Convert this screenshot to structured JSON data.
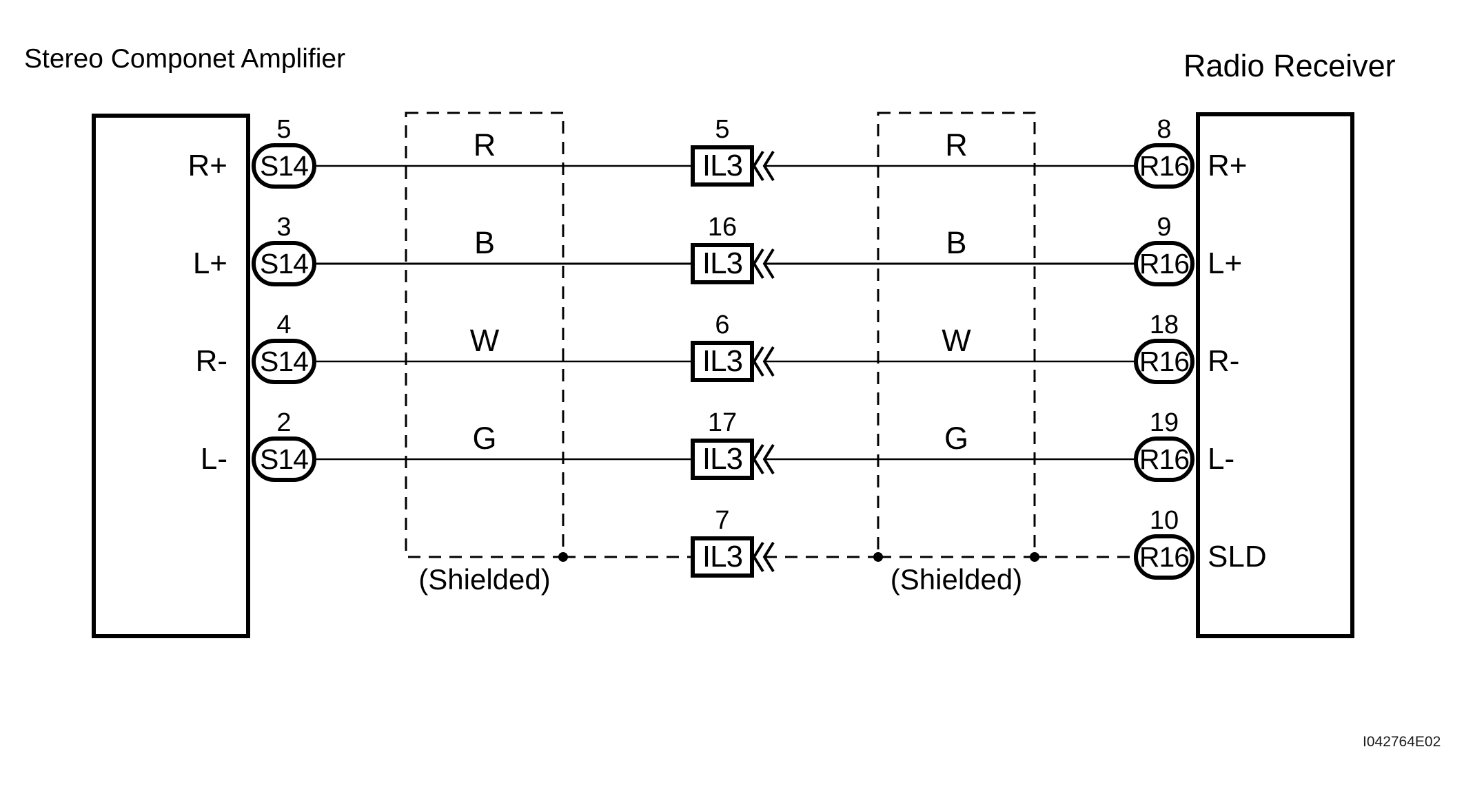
{
  "diagram": {
    "left_title": "Stereo Componet Amplifier",
    "right_title": "Radio Receiver",
    "left_connector": "S14",
    "middle_connector": "IL3",
    "right_connector": "R16",
    "shield_label": "(Shielded)",
    "figure_id": "I042764E02",
    "line_color": "#000000",
    "background_color": "#ffffff",
    "rows": [
      {
        "left_pin": "5",
        "left_label": "R+",
        "wire_color": "R",
        "mid_pin": "5",
        "right_pin": "8",
        "right_label": "R+"
      },
      {
        "left_pin": "3",
        "left_label": "L+",
        "wire_color": "B",
        "mid_pin": "16",
        "right_pin": "9",
        "right_label": "L+"
      },
      {
        "left_pin": "4",
        "left_label": "R-",
        "wire_color": "W",
        "mid_pin": "6",
        "right_pin": "18",
        "right_label": "R-"
      },
      {
        "left_pin": "2",
        "left_label": "L-",
        "wire_color": "G",
        "mid_pin": "17",
        "right_pin": "19",
        "right_label": "L-"
      },
      {
        "left_pin": "",
        "left_label": "",
        "wire_color": "",
        "mid_pin": "7",
        "right_pin": "10",
        "right_label": "SLD"
      }
    ]
  }
}
